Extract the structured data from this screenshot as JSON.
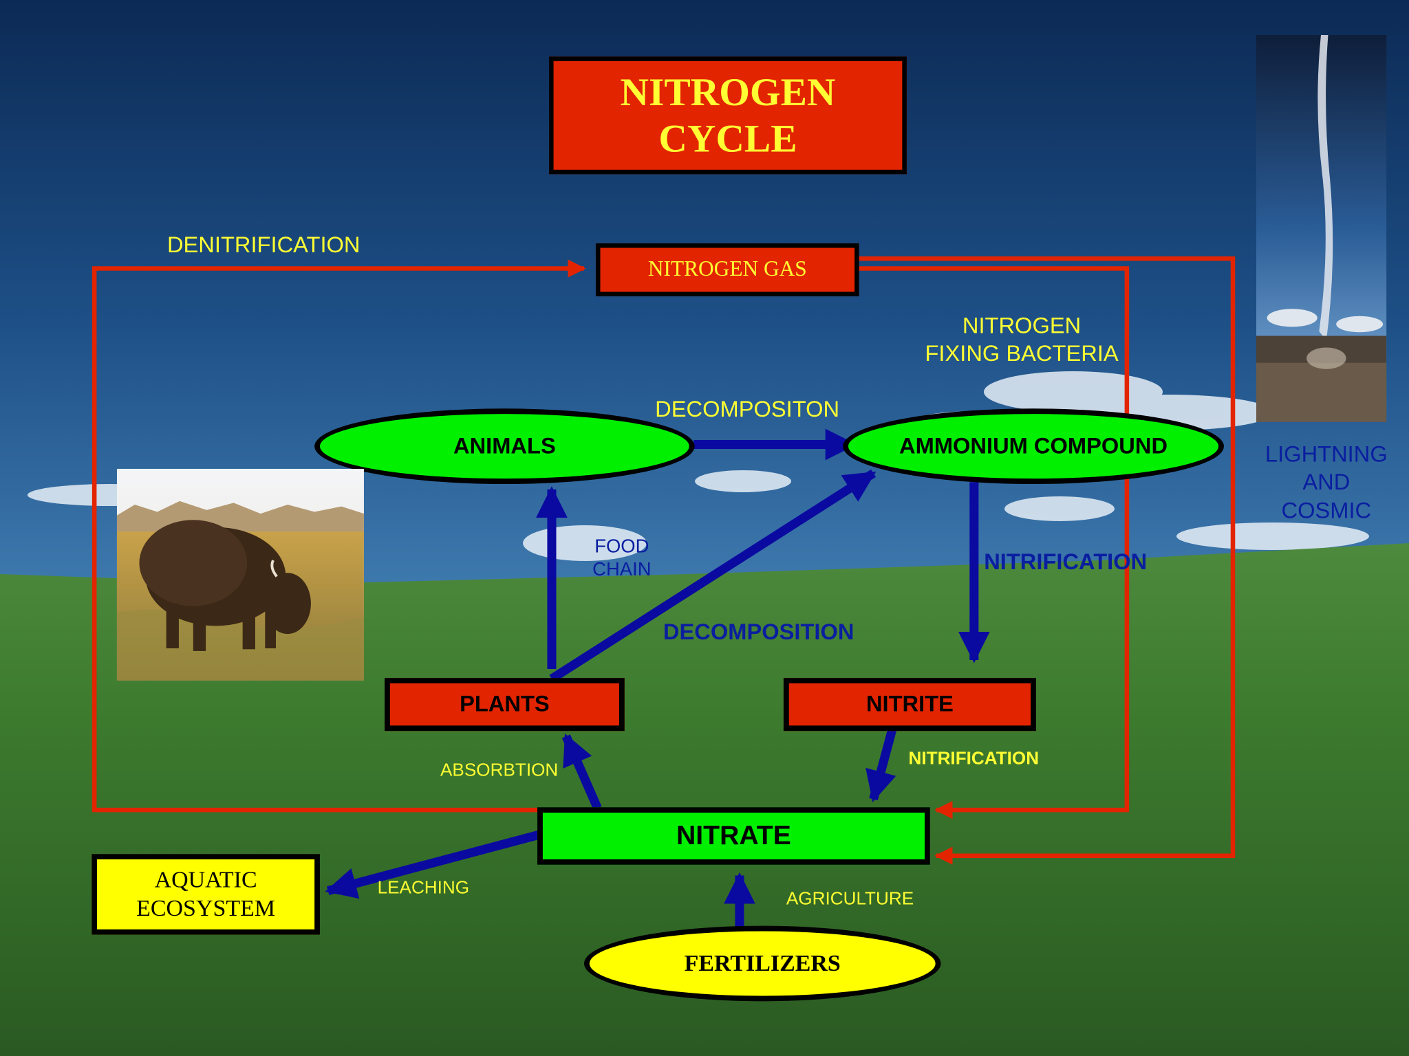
{
  "title": {
    "line1": "NITROGEN",
    "line2": "CYCLE"
  },
  "nodes": {
    "nitrogen_gas": "NITROGEN GAS",
    "animals": "ANIMALS",
    "ammonium": "AMMONIUM COMPOUND",
    "plants": "PLANTS",
    "nitrite": "NITRITE",
    "nitrate": "NITRATE",
    "aquatic_line1": "AQUATIC",
    "aquatic_line2": "ECOSYSTEM",
    "fertilizers": "FERTILIZERS"
  },
  "labels": {
    "denitrification": "DENITRIFICATION",
    "fixing_line1": "NITROGEN",
    "fixing_line2": "FIXING BACTERIA",
    "decompositon": "DECOMPOSITON",
    "food_line1": "FOOD",
    "food_line2": "CHAIN",
    "decomposition": "DECOMPOSITION",
    "nitrification_upper": "NITRIFICATION",
    "nitrification_lower": "NITRIFICATION",
    "absorbtion": "ABSORBTION",
    "leaching": "LEACHING",
    "agriculture": "AGRICULTURE",
    "lightning_line1": "LIGHTNING",
    "lightning_line2": "AND",
    "lightning_line3": "COSMIC"
  },
  "colors": {
    "red_box": "#e32400",
    "green_node": "#00f000",
    "yellow_node": "#ffff00",
    "red_arrow": "#e32400",
    "blue_arrow": "#0a0aa0",
    "yellow_text": "#ffff33",
    "blue_text": "#0a1ea0"
  },
  "icons": [
    "bison-photo",
    "lightning-photo",
    "sky-grass-background"
  ]
}
